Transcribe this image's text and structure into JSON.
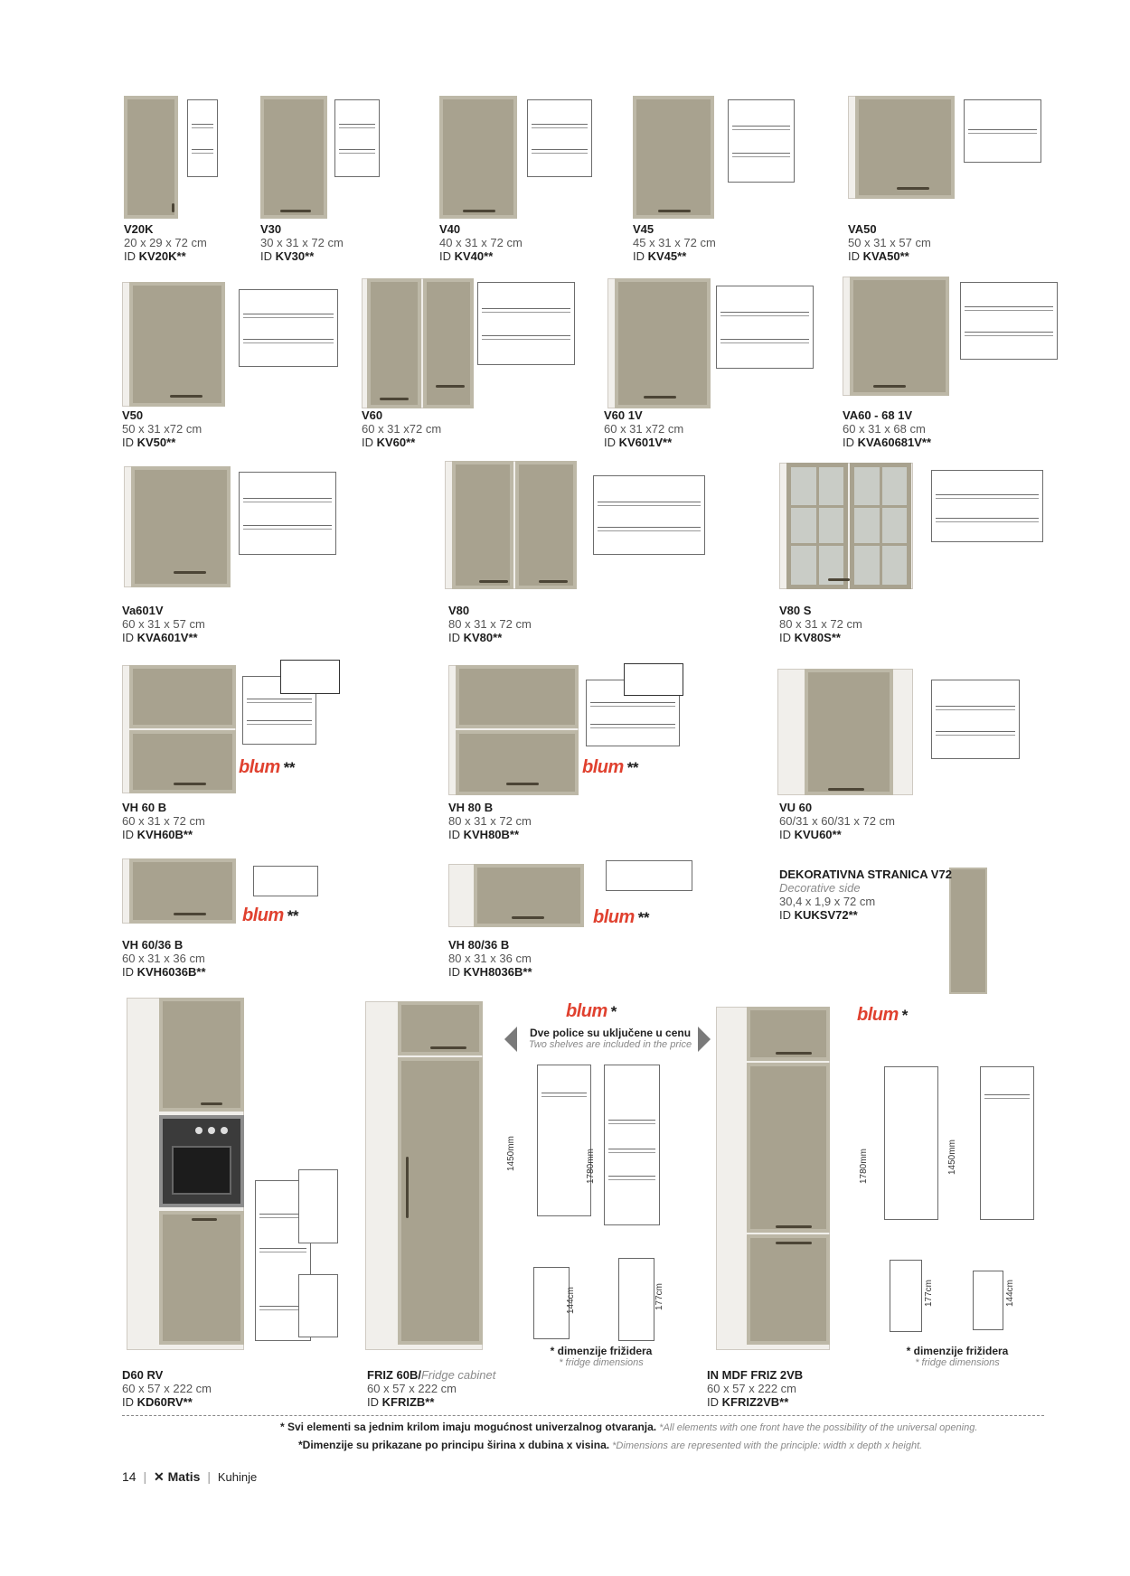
{
  "colors": {
    "front": "#a8a28f",
    "carcass": "#f1efeb",
    "blum": "#e0412f",
    "text": "#1d1d1d"
  },
  "products": [
    {
      "name": "V20K",
      "dims": "20 x 29 x 72 cm",
      "id_prefix": "ID",
      "id": "KV20K**"
    },
    {
      "name": "V30",
      "dims": "30 x 31 x 72 cm",
      "id_prefix": "ID",
      "id": "KV30**"
    },
    {
      "name": "V40",
      "dims": "40 x 31 x 72 cm",
      "id_prefix": "ID",
      "id": "KV40**"
    },
    {
      "name": "V45",
      "dims": "45 x 31 x 72 cm",
      "id_prefix": "ID",
      "id": "KV45**"
    },
    {
      "name": "VA50",
      "dims": "50 x 31 x 57 cm",
      "id_prefix": "ID",
      "id": "KVA50**"
    },
    {
      "name": "V50",
      "dims": "50 x 31 x72 cm",
      "id_prefix": "ID",
      "id": "KV50**"
    },
    {
      "name": "V60",
      "dims": "60 x 31 x72 cm",
      "id_prefix": "ID",
      "id": "KV60**"
    },
    {
      "name": "V60 1V",
      "dims": "60 x 31 x72 cm",
      "id_prefix": "ID",
      "id": "KV601V**"
    },
    {
      "name": "VA60 - 68 1V",
      "dims": "60 x 31 x 68 cm",
      "id_prefix": "ID",
      "id": "KVA60681V**"
    },
    {
      "name": "Va601V",
      "dims": "60 x 31 x 57 cm",
      "id_prefix": "ID",
      "id": "KVA601V**"
    },
    {
      "name": "V80",
      "dims": "80 x 31 x 72 cm",
      "id_prefix": "ID",
      "id": "KV80**"
    },
    {
      "name": "V80 S",
      "dims": "80 x 31 x 72 cm",
      "id_prefix": "ID",
      "id": "KV80S**"
    },
    {
      "name": "VH 60 B",
      "dims": "60 x 31 x 72 cm",
      "id_prefix": "ID",
      "id": "KVH60B**"
    },
    {
      "name": "VH 80 B",
      "dims": "80 x 31 x 72 cm",
      "id_prefix": "ID",
      "id": "KVH80B**"
    },
    {
      "name": "VU 60",
      "dims": "60/31 x 60/31 x 72 cm",
      "id_prefix": "ID",
      "id": "KVU60**"
    },
    {
      "name": "VH 60/36 B",
      "dims": "60 x 31 x 36 cm",
      "id_prefix": "ID",
      "id": "KVH6036B**"
    },
    {
      "name": "VH 80/36 B",
      "dims": "80 x 31 x 36 cm",
      "id_prefix": "ID",
      "id": "KVH8036B**"
    },
    {
      "name": "DEKORATIVNA STRANICA V72",
      "en": "Decorative side",
      "dims": "30,4 x 1,9 x 72  cm",
      "id_prefix": "ID",
      "id": "KUKSV72**"
    },
    {
      "name": "D60 RV",
      "dims": "60 x 57 x 222 cm",
      "id_prefix": "ID",
      "id": "KD60RV**"
    },
    {
      "name": "FRIZ 60B/",
      "en": "Fridge cabinet",
      "dims": "60 x 57 x 222 cm",
      "id_prefix": "ID",
      "id": "KFRIZB**"
    },
    {
      "name": "IN MDF FRIZ 2VB",
      "dims": "60 x 57 x 222 cm",
      "id_prefix": "ID",
      "id": "KFRIZ2VB**"
    }
  ],
  "blum": {
    "logo": "blum",
    "stars2": "**",
    "stars1": "*"
  },
  "shelves_note": {
    "sr": "Dve police su uključene u cenu",
    "en": "Two shelves are included in the price"
  },
  "fridge_note": {
    "sr": "* dimenzije frižidera",
    "en": "* fridge dimensions"
  },
  "measures": {
    "h1450": "1450mm",
    "h1780": "1780mm",
    "h144": "144cm",
    "h177": "177cm"
  },
  "footnotes": {
    "line1_sr": "* Svi elementi sa jednim krilom imaju mogućnost univerzalnog otvaranja.",
    "line1_en": "*All elements with one front have the possibility of the universal opening.",
    "line2_sr": "*Dimenzije su prikazane po principu širina x dubina x visina.",
    "line2_en": "*Dimensions are represented with the principle: width x depth x height."
  },
  "footer": {
    "page": "14",
    "brand": "Matis",
    "section": "Kuhinje"
  }
}
